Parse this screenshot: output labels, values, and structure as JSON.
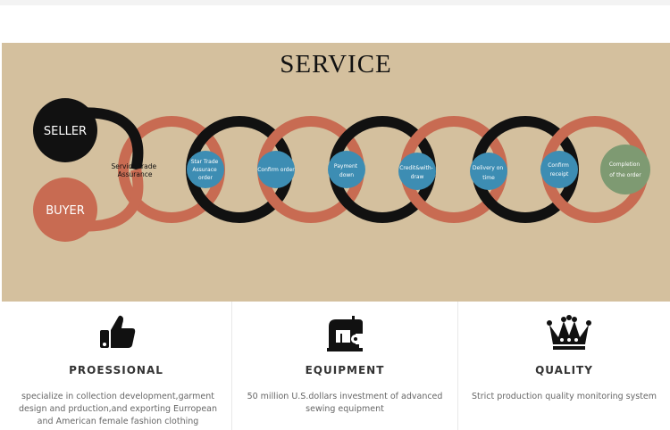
{
  "service": {
    "title": "SERVICE",
    "seller_label": "SELLER",
    "buyer_label": "BUYER",
    "trade_assurance": [
      "Service Trade",
      "Assurance"
    ],
    "steps": [
      {
        "lines": [
          "Star Trade",
          "Assurace",
          "order"
        ]
      },
      {
        "lines": [
          "Confirm order"
        ]
      },
      {
        "lines": [
          "Payment",
          "down"
        ]
      },
      {
        "lines": [
          "Credit&with-",
          "draw"
        ]
      },
      {
        "lines": [
          "Delivery on",
          "time"
        ]
      },
      {
        "lines": [
          "Confirm",
          "receipt"
        ]
      },
      {
        "lines": [
          "Completion",
          "of the order"
        ]
      }
    ]
  },
  "features": [
    {
      "icon": "thumbs-up-icon",
      "title": "PROESSIONAL",
      "desc": [
        "specialize in collection development,garment",
        "design and prduction,and exporting Eurropean",
        "and American female fashion clothing"
      ]
    },
    {
      "icon": "sewing-machine-icon",
      "title": "EQUIPMENT",
      "desc": [
        "50 million U.S.dollars investment of advanced",
        "sewing equipment"
      ]
    },
    {
      "icon": "crown-icon",
      "title": "QUALITY",
      "desc": [
        "Strict production quality monitoring system"
      ]
    }
  ],
  "colors": {
    "band": "#d4c09e",
    "chain_dark": "#111111",
    "chain_red": "#c86b52",
    "step_blue": "#3d8db3",
    "step_green": "#7e9a72"
  }
}
